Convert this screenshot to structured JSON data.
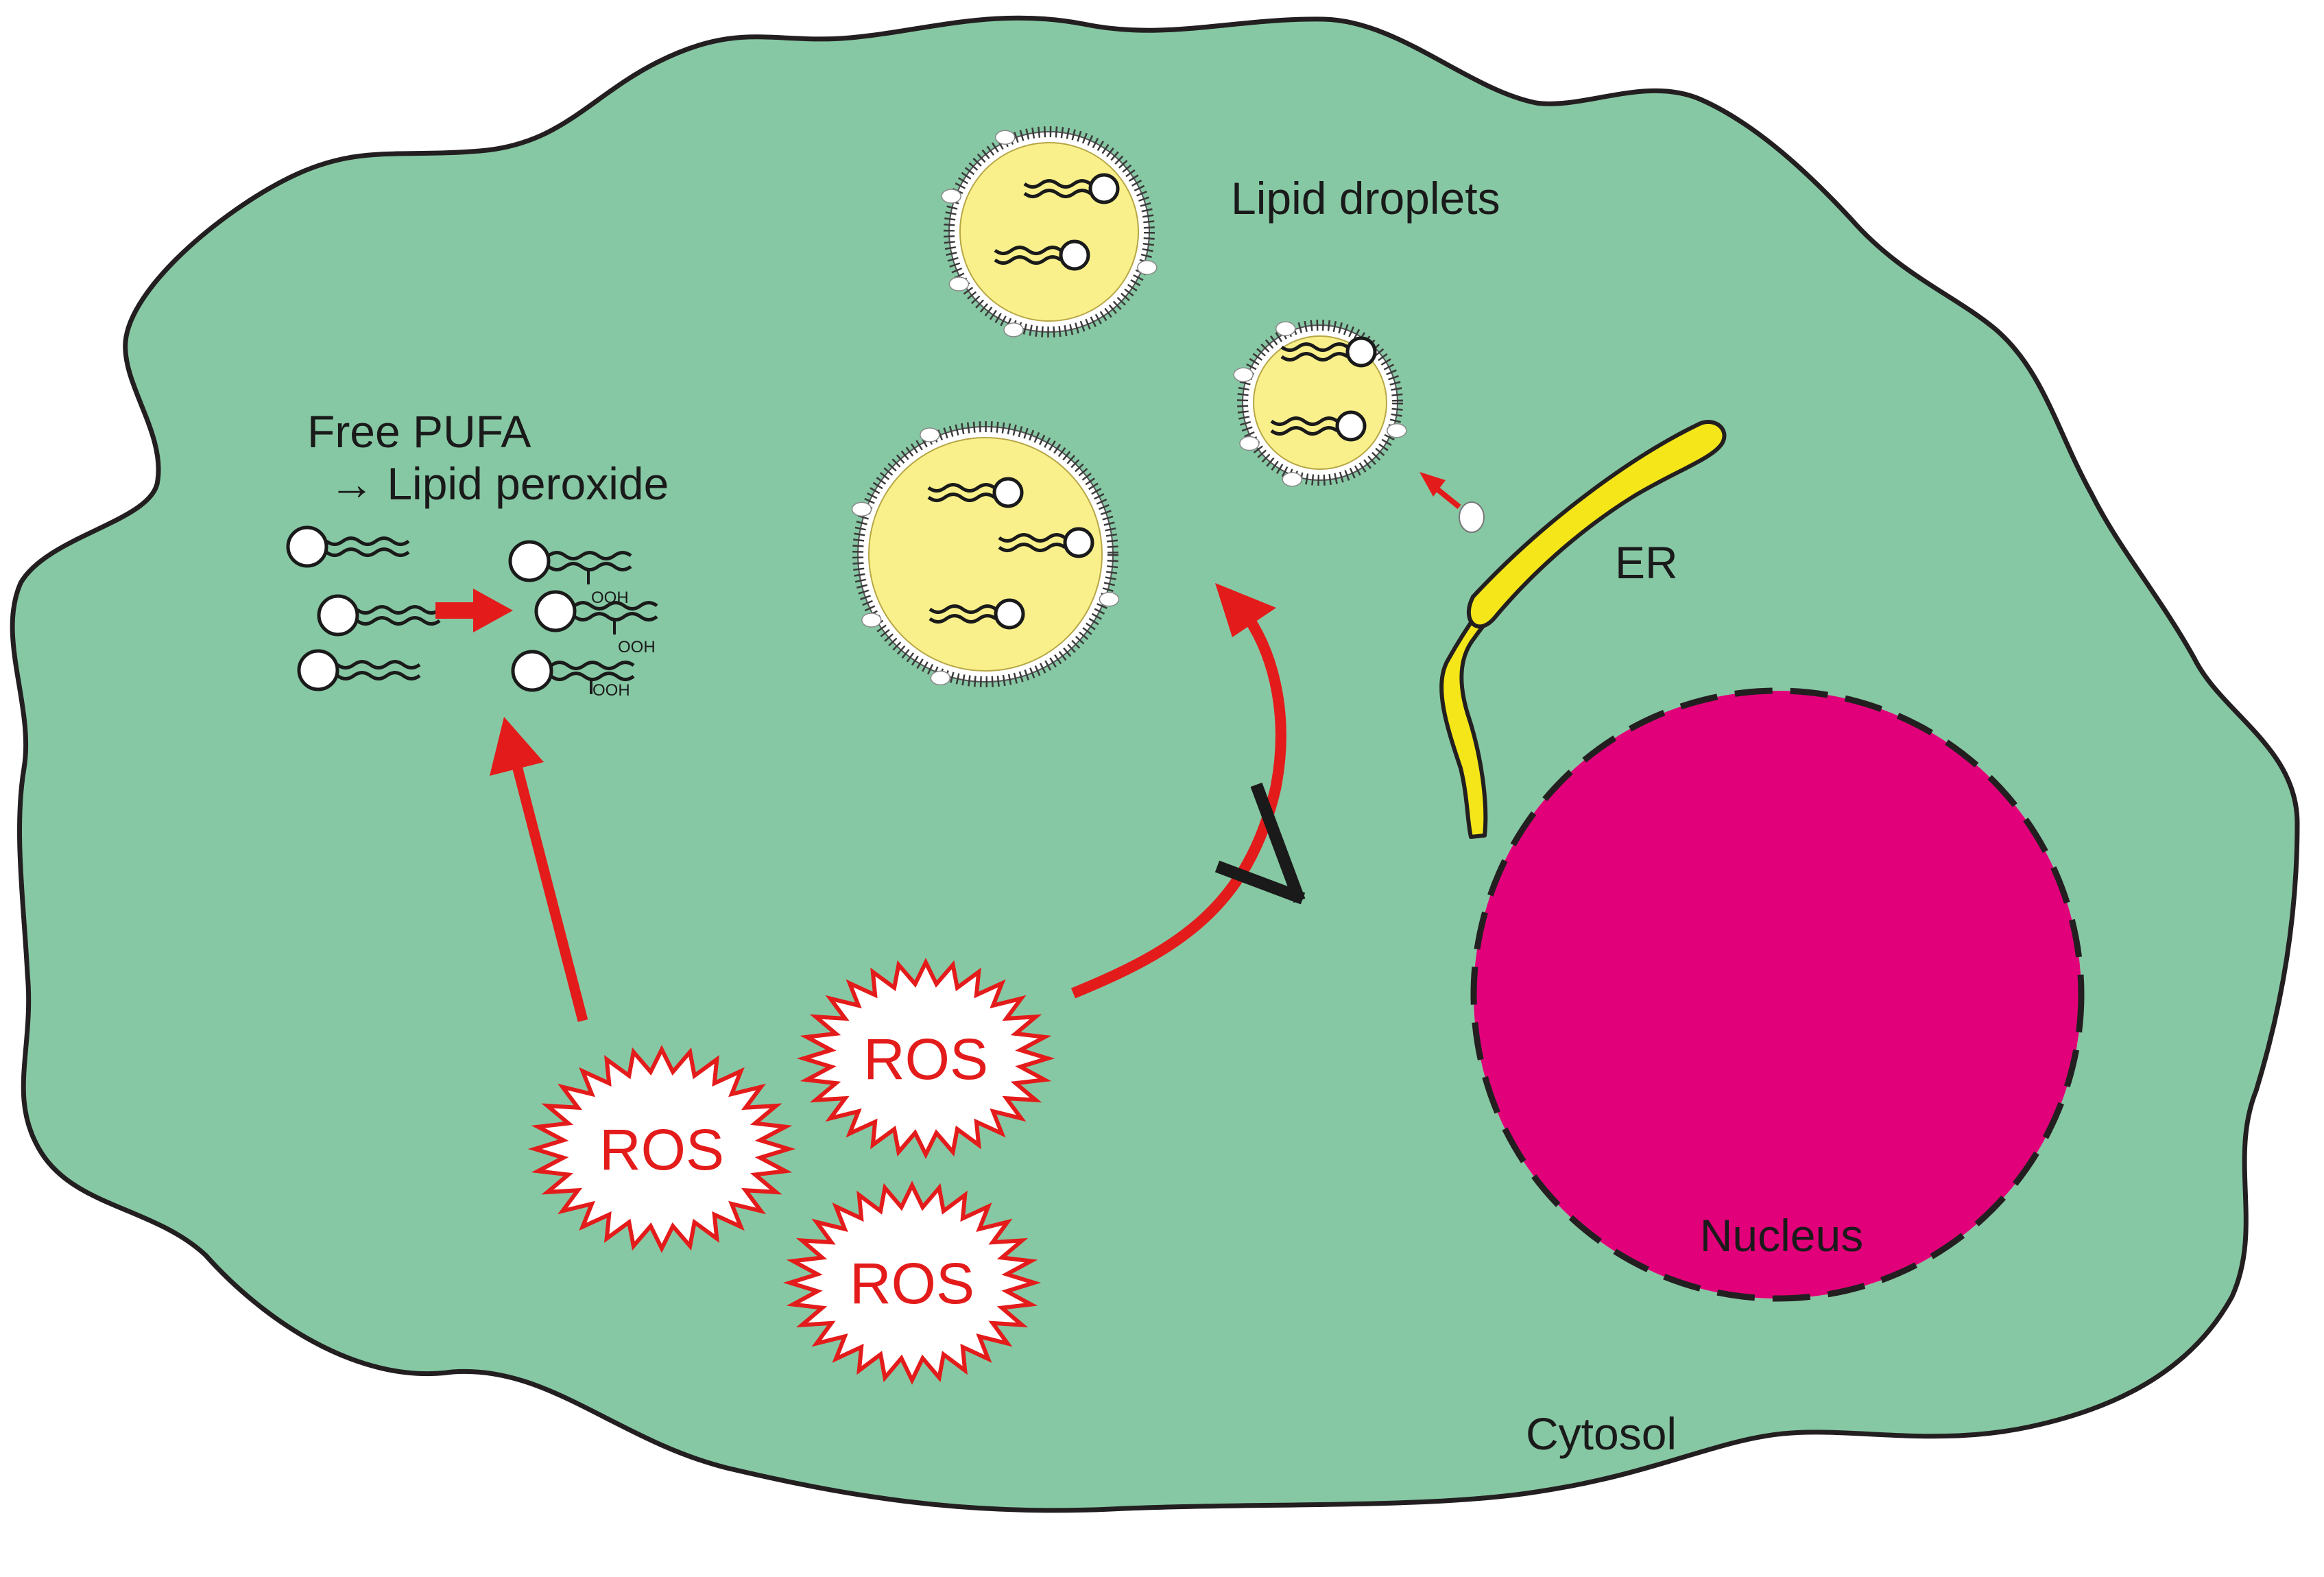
{
  "labels": {
    "lipid_droplets": "Lipid droplets",
    "free_pufa": "Free PUFA",
    "lipid_peroxide": "→ Lipid peroxide",
    "er": "ER",
    "nucleus": "Nucleus",
    "cytosol": "Cytosol",
    "ooh": "OOH",
    "ros": "ROS"
  },
  "colors": {
    "cytosol": "#87c8a4",
    "outline": "#231f20",
    "droplet": "#f9f08c",
    "er": "#f5e61a",
    "nucleus": "#e2007a",
    "arrow": "#e41b1b"
  }
}
